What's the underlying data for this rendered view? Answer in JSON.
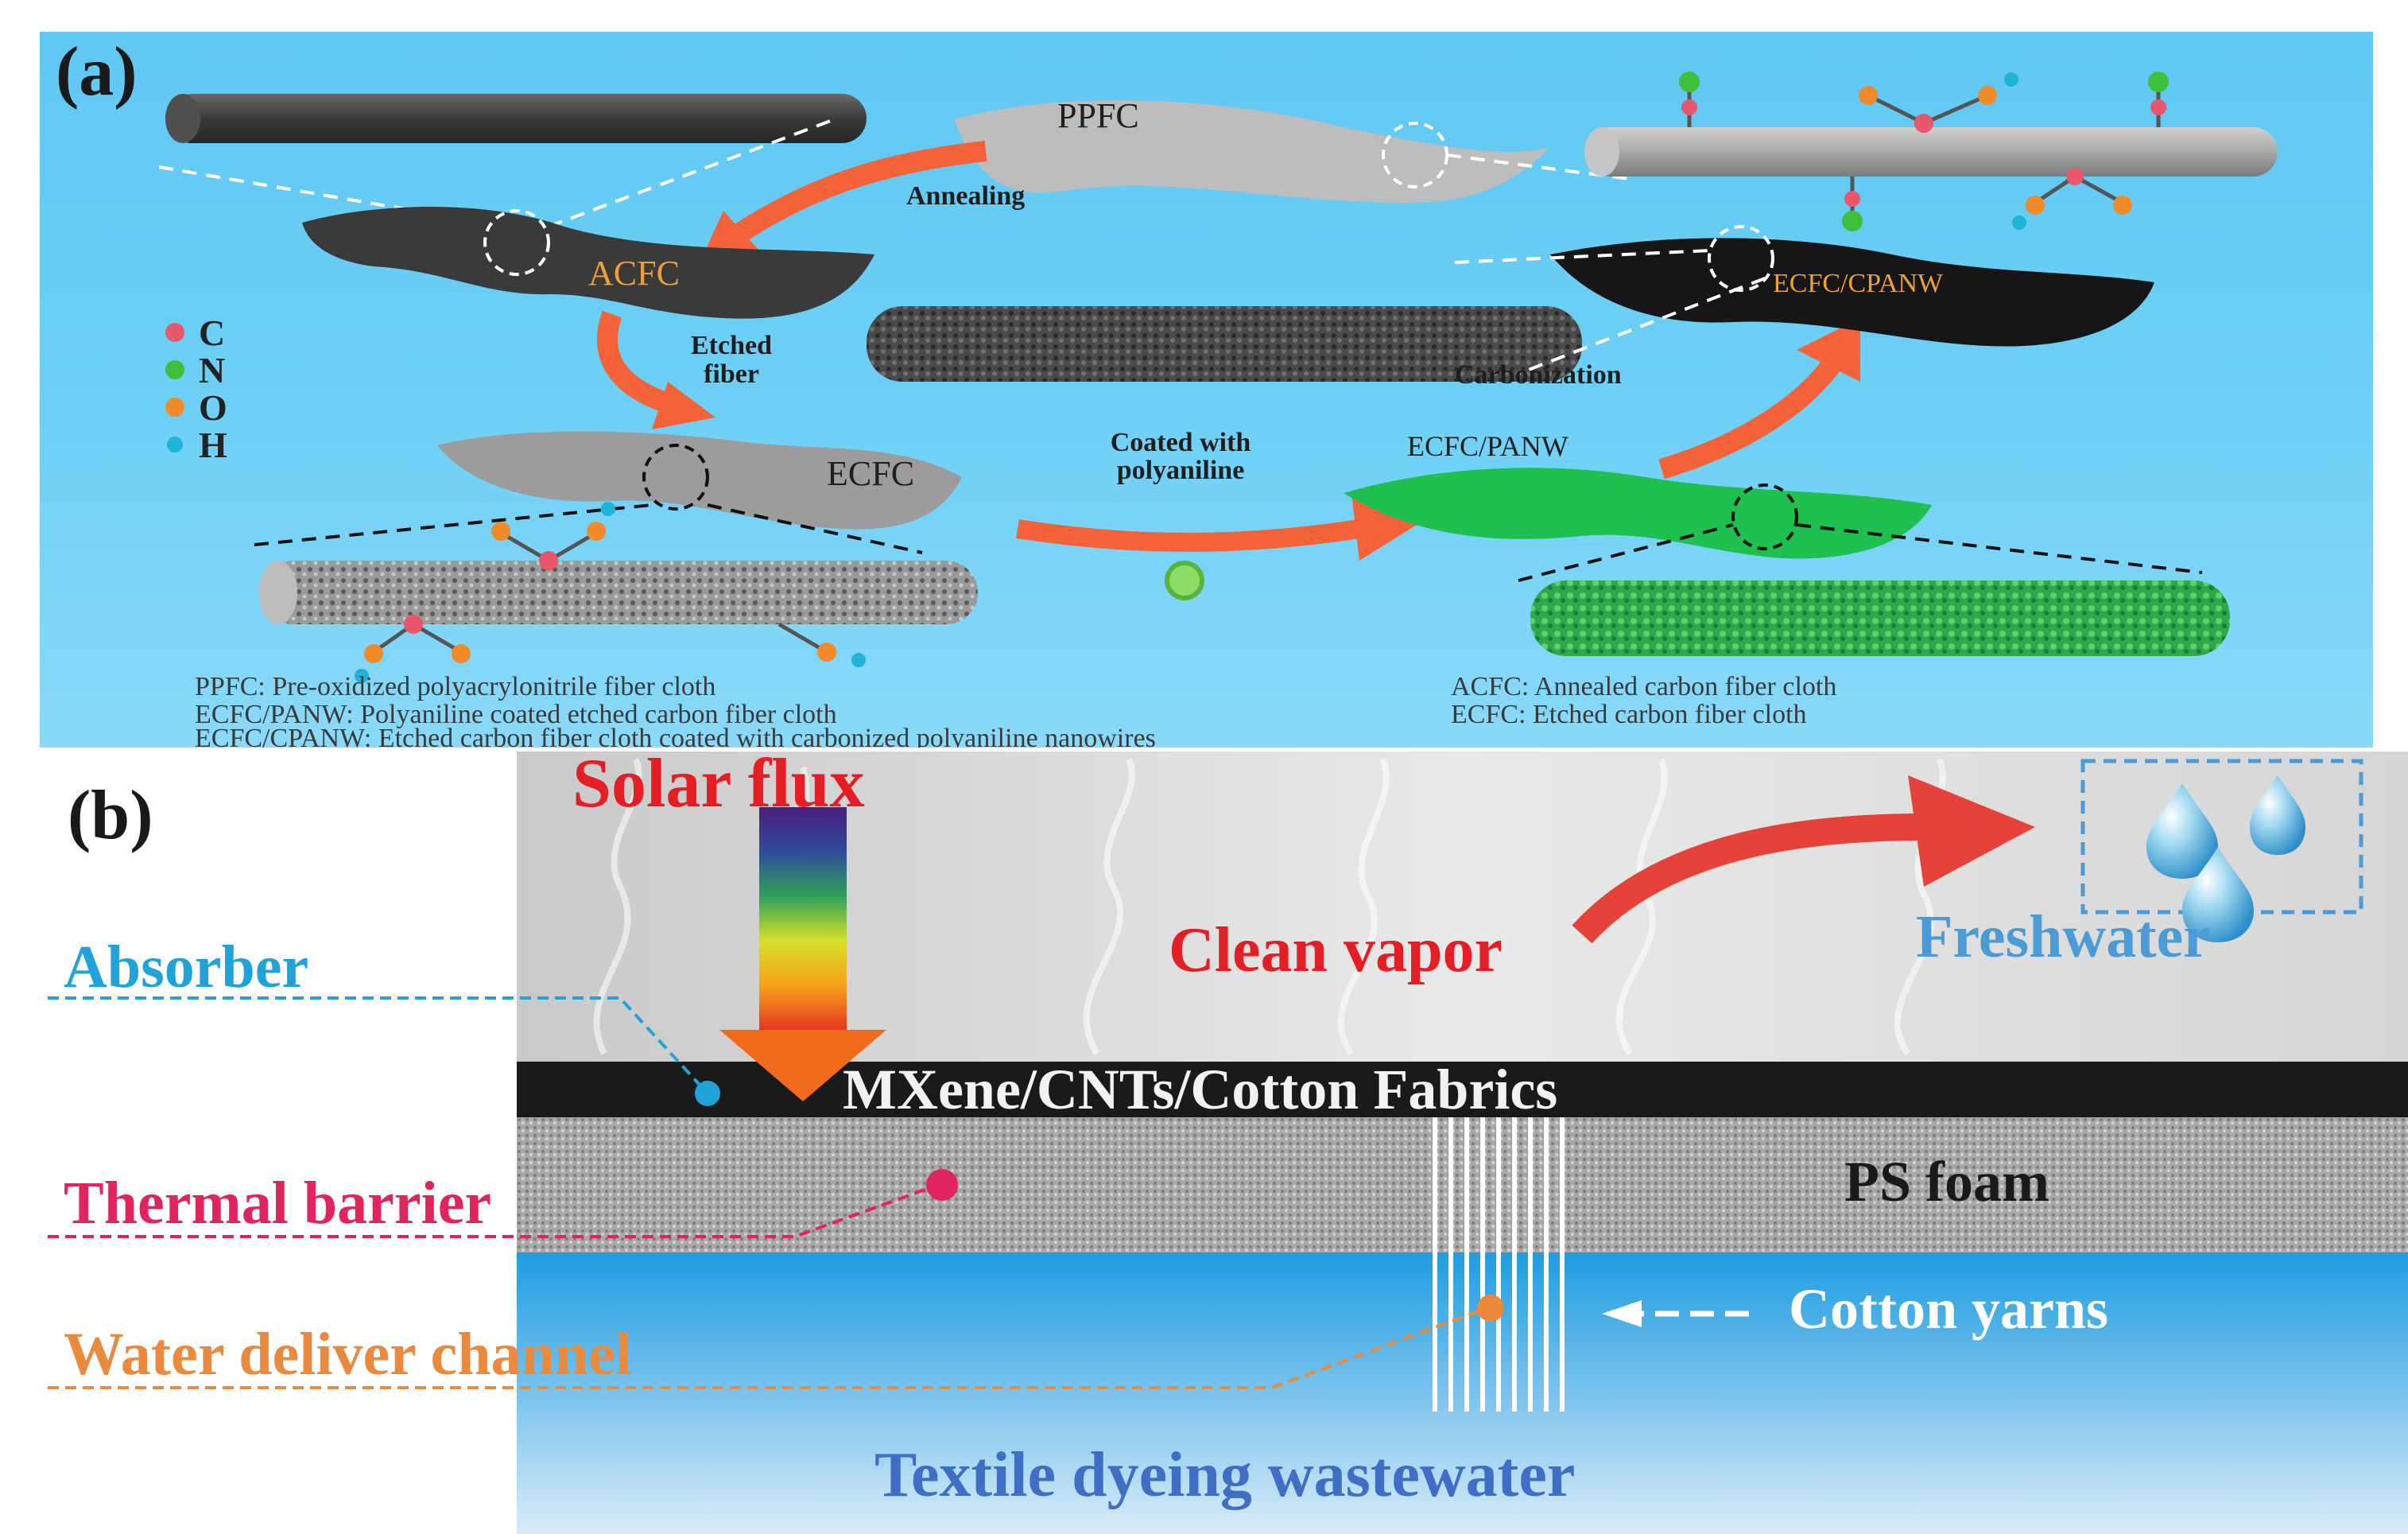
{
  "panel_a": {
    "label": "(a)",
    "samples": {
      "ppfc": "PPFC",
      "acfc": "ACFC",
      "ecfc": "ECFC",
      "ecfc_panw": "ECFC/PANW",
      "ecfc_cpanw": "ECFC/CPANW"
    },
    "steps": {
      "annealing": "Annealing",
      "etched_fiber_1": "Etched",
      "etched_fiber_2": "fiber",
      "coated_1": "Coated with",
      "coated_2": "polyaniline",
      "carbonization": "Carbonization"
    },
    "elements": [
      {
        "symbol": "C",
        "color": "#e8576b"
      },
      {
        "symbol": "N",
        "color": "#3fbf3a"
      },
      {
        "symbol": "O",
        "color": "#f08a2a"
      },
      {
        "symbol": "H",
        "color": "#1fb3d8"
      }
    ],
    "legend": {
      "ppfc": "PPFC: Pre-oxidized polyacrylonitrile fiber cloth",
      "acfc": "ACFC: Annealed carbon fiber cloth",
      "ecfc_panw": "ECFC/PANW: Polyaniline coated etched carbon fiber cloth",
      "ecfc": "ECFC: Etched carbon fiber cloth",
      "ecfc_cpanw": "ECFC/CPANW: Etched carbon fiber cloth coated with carbonized polyaniline nanowires"
    }
  },
  "panel_b": {
    "label": "(b)",
    "solar_flux": "Solar flux",
    "clean_vapor": "Clean vapor",
    "freshwater": "Freshwater",
    "absorber": "Absorber",
    "absorber_layer": "MXene/CNTs/Cotton Fabrics",
    "thermal_barrier": "Thermal barrier",
    "ps_foam": "PS foam",
    "water_channel": "Water deliver channel",
    "cotton_yarns": "Cotton yarns",
    "wastewater": "Textile dyeing wastewater"
  },
  "colors": {
    "panel_a_bg": "#6fd0f6",
    "arrow": "#f4623a",
    "absorber": "#1fa3d8",
    "thermal_barrier": "#e0245e",
    "water_channel": "#e98a3c",
    "solar_flux": "#e31e24",
    "clean_vapor": "#e31e24",
    "freshwater": "#4a9bd6",
    "wastewater": "#3f6fc4"
  }
}
